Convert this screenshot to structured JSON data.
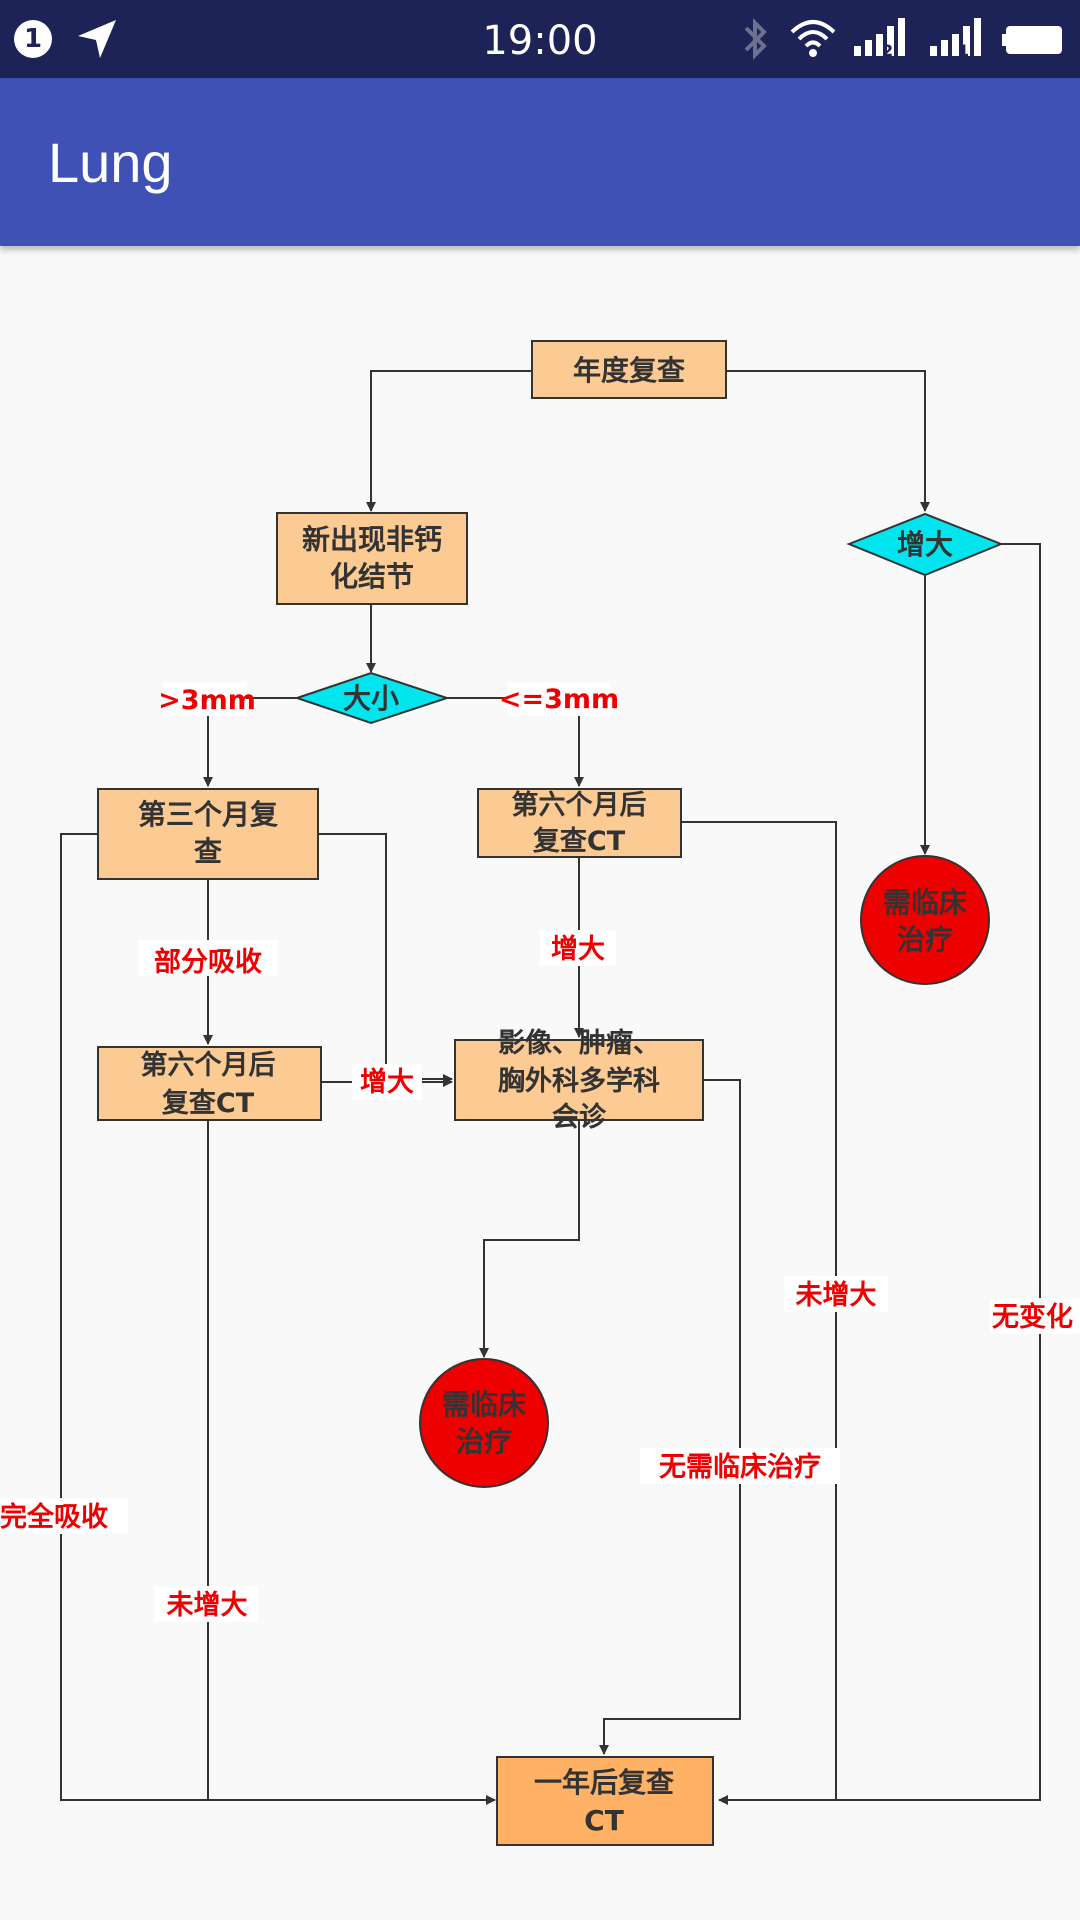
{
  "status_bar": {
    "notification_count": "1",
    "time": "19:00",
    "icons": [
      "notification-badge",
      "location-arrow-icon",
      "bluetooth-icon",
      "wifi-icon",
      "signal-sim1-icon",
      "signal-sim2-icon",
      "battery-icon"
    ],
    "sim_labels": [
      "2",
      "1"
    ]
  },
  "app_bar": {
    "title": "Lung"
  },
  "flowchart": {
    "nodes": {
      "annual_review": "年度复查",
      "new_nodule_l1": "新出现非钙",
      "new_nodule_l2": "化结节",
      "size_decision": "大小",
      "enlarged_decision": "增大",
      "third_month_l1": "第三个月复",
      "third_month_l2": "查",
      "sixth_month_ct_right_l1": "第六个月后",
      "sixth_month_ct_right_l2": "复查CT",
      "sixth_month_ct_left_l1": "第六个月后",
      "sixth_month_ct_left_l2": "复查CT",
      "mdt_l1": "影像、肿瘤、",
      "mdt_l2": "胸外科多学科",
      "mdt_l3": "会诊",
      "clinical_treatment_top_l1": "需临床",
      "clinical_treatment_top_l2": "治疗",
      "clinical_treatment_mid_l1": "需临床",
      "clinical_treatment_mid_l2": "治疗",
      "one_year_ct_l1": "一年后复查",
      "one_year_ct_l2": "CT"
    },
    "edge_labels": {
      "gt_3mm": ">3mm",
      "le_3mm": "<=3mm",
      "partial_absorption": "部分吸收",
      "enlarged_left": "增大",
      "enlarged_center": "增大",
      "not_enlarged_right": "未增大",
      "no_change": "无变化",
      "no_clinical_treatment": "无需临床治疗",
      "complete_absorption": "完全吸收",
      "not_enlarged_left": "未增大"
    },
    "colors": {
      "process_box": "#fccb94",
      "decision": "#00e5ee",
      "terminal_circle": "#ee0000",
      "final_box": "#ffb266",
      "edge_label": "#ee0000",
      "line": "#333333"
    }
  }
}
